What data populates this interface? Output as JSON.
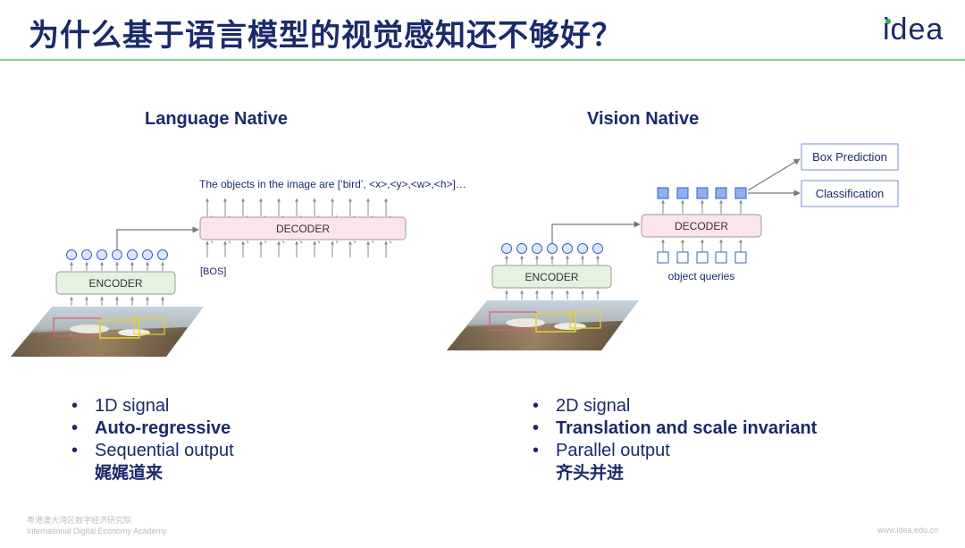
{
  "slide": {
    "title": "为什么基于语言模型的视觉感知还不够好？",
    "logo": "idea"
  },
  "colors": {
    "title": "#1b2a6b",
    "header_line": "#7fcf8a",
    "encoder_fill": "#e4f2df",
    "decoder_fill": "#fce4ec",
    "query_fill": "#8fb0ea",
    "token_stroke": "#3a5fc8"
  },
  "left": {
    "heading": "Language Native",
    "output_text": "The objects in the image are  [‘bird’, <x>,<y>,<w>,<h>]…",
    "decoder_label": "DECODER",
    "encoder_label": "ENCODER",
    "bos_label": "[BOS]",
    "bullets": [
      {
        "text": "1D signal",
        "bold": false
      },
      {
        "text": "Auto-regressive",
        "bold": true
      },
      {
        "text": "Sequential output",
        "bold": false
      }
    ],
    "note": "娓娓道来"
  },
  "right": {
    "heading": "Vision Native",
    "decoder_label": "DECODER",
    "encoder_label": "ENCODER",
    "queries_label": "object queries",
    "box_prediction": "Box Prediction",
    "classification": "Classification",
    "bullets": [
      {
        "text": "2D signal",
        "bold": false
      },
      {
        "text": "Translation and scale invariant",
        "bold": true
      },
      {
        "text": "Parallel output",
        "bold": false
      }
    ],
    "note": "齐头并进"
  },
  "footer": {
    "org_cn": "粤港澳大湾区数字经济研究院",
    "org_en": "International Digital Economy Academy",
    "url": "www.idea.edu.cn"
  }
}
